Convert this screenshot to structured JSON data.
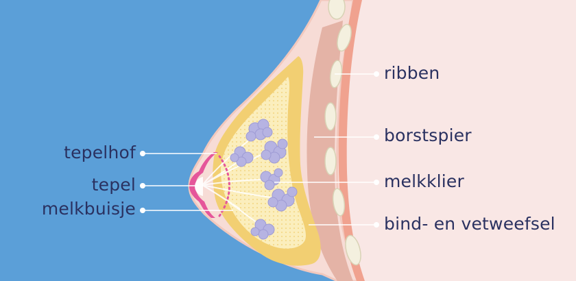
{
  "labels": {
    "tepelhof": "tepelhof",
    "tepel": "tepel",
    "melkbuisje": "melkbuisje",
    "ribben": "ribben",
    "borstspier": "borstspier",
    "melkklier": "melkklier",
    "bind_en_vetweefsel": "bind- en vetweefsel"
  },
  "colors": {
    "background": "#5b9fd8",
    "skin": "#f7dcd6",
    "skin_outline": "#f2c8bd",
    "chest": "#f9e7e5",
    "muscle": "#e4b3a6",
    "rib_band": "#f0a28f",
    "rib": "#f4f0df",
    "fat": "#f2cf72",
    "gland_tissue": "#fbeebd",
    "lobule": "#b6b3e2",
    "areola": "#e5569a",
    "ducts": "#ffffff",
    "leader_line": "#ffffff",
    "text": "#2a3160"
  }
}
